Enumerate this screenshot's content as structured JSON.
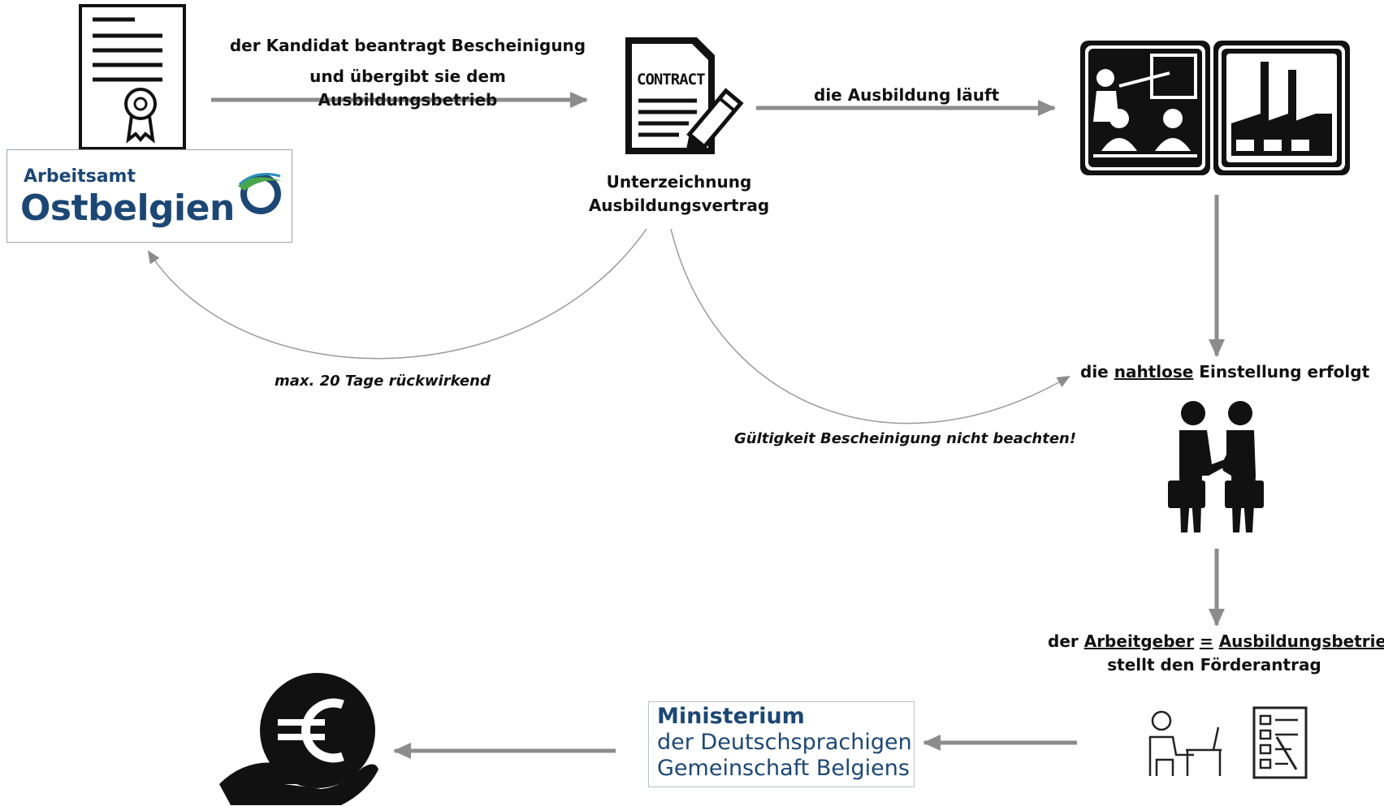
{
  "steps": {
    "request_line1": "der Kandidat beantragt Bescheinigung",
    "request_line2": "und übergibt sie dem Ausbildungsbetrieb",
    "contract_icon_text": "CONTRACT",
    "signing_line1": "Unterzeichnung",
    "signing_line2": "Ausbildungsvertrag",
    "training_running": "die Ausbildung läuft",
    "hiring_prefix": "die",
    "hiring_underlined": "nahtlose",
    "hiring_suffix": "Einstellung erfolgt",
    "employer_prefix": "der",
    "employer_underlined_1": "Arbeitgeber",
    "employer_equals": "=",
    "employer_underlined_2": "Ausbildungsbetrieb",
    "employer_line2": "stellt den Förderantrag",
    "backdate_note": "max. 20 Tage rückwirkend",
    "validity_note": "Gültigkeit Bescheinigung nicht beachten!"
  },
  "logos": {
    "arbeitsamt_small": "Arbeitsamt",
    "arbeitsamt_big": "Ostbelgien",
    "ministry_line1": "Ministerium",
    "ministry_line2": "der Deutschsprachigen",
    "ministry_line3": "Gemeinschaft Belgiens"
  },
  "icons": [
    "certificate-icon",
    "contract-icon",
    "teacher-classroom-icon",
    "factory-icon",
    "handshake-icon",
    "desk-worker-icon",
    "checklist-icon",
    "euro-hand-icon"
  ],
  "colors": {
    "arrow": "#8c8c8c",
    "curve": "#9a9a9a",
    "brand_blue": "#1c4775",
    "logo_green": "#4aa64a",
    "icon": "#111111"
  }
}
